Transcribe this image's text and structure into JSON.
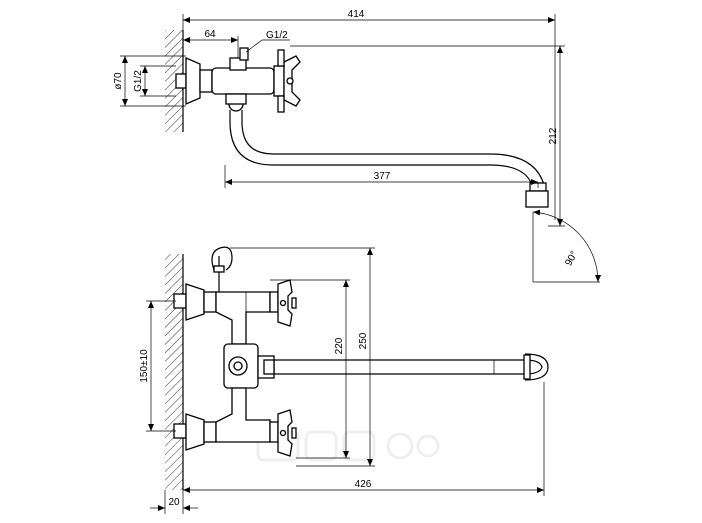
{
  "drawing": {
    "top_view": {
      "overall_length": "414",
      "wall_offset": "64",
      "thread_top": "G1/2",
      "flange_diameter": "ø70",
      "thread_side": "G1/2",
      "spout_reach": "377",
      "spout_height": "212",
      "swivel_angle": "90°"
    },
    "front_view": {
      "height_upper": "220",
      "height_total": "250",
      "center_distance": "150±10",
      "spout_length": "426",
      "wall_depth": "20"
    }
  }
}
